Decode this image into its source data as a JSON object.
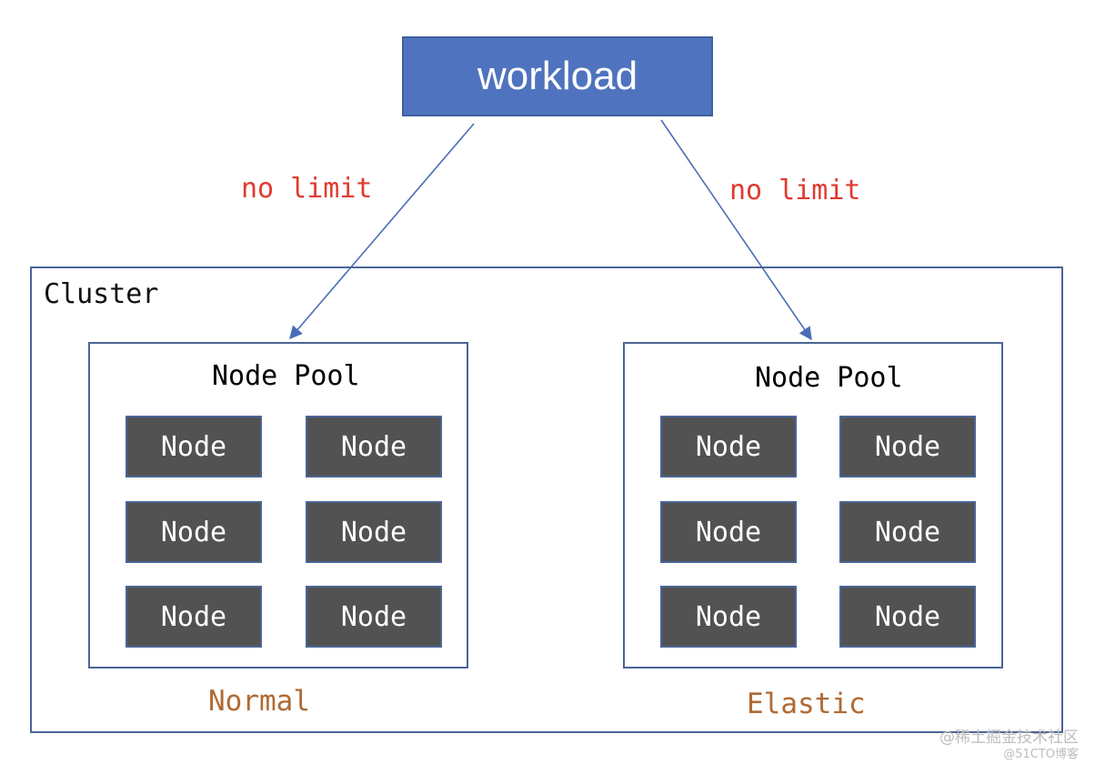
{
  "workload": {
    "label": "workload"
  },
  "edges": [
    {
      "label": "no limit"
    },
    {
      "label": "no limit"
    }
  ],
  "cluster": {
    "title": "Cluster",
    "pools": [
      {
        "title": "Node Pool",
        "caption": "Normal",
        "nodes": [
          "Node",
          "Node",
          "Node",
          "Node",
          "Node",
          "Node"
        ]
      },
      {
        "title": "Node Pool",
        "caption": "Elastic",
        "nodes": [
          "Node",
          "Node",
          "Node",
          "Node",
          "Node",
          "Node"
        ]
      }
    ]
  },
  "colors": {
    "workload_fill": "#4f73be",
    "edge_label": "#e03a2f",
    "border": "#4a6596",
    "node_fill": "#525252",
    "pool_caption": "#b06a33"
  },
  "watermark": {
    "line1": "@稀土掘金技术社区",
    "line2": "@51CTO博客"
  }
}
